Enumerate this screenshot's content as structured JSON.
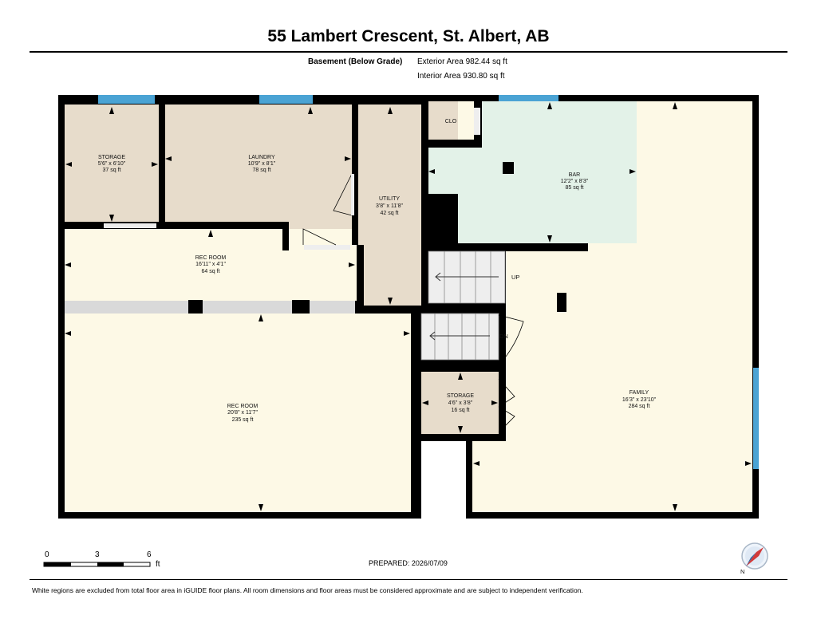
{
  "header": {
    "title": "55 Lambert Crescent, St. Albert, AB",
    "level": "Basement (Below Grade)",
    "exterior_area": "Exterior Area 982.44 sq ft",
    "interior_area": "Interior Area 930.80 sq ft"
  },
  "rooms": {
    "storage_nw": {
      "name": "STORAGE",
      "dims": "5'6\" x 6'10\"",
      "area": "37 sq ft"
    },
    "laundry": {
      "name": "LAUNDRY",
      "dims": "10'9\" x 8'1\"",
      "area": "78 sq ft"
    },
    "utility": {
      "name": "UTILITY",
      "dims": "3'8\" x 11'8\"",
      "area": "42 sq ft"
    },
    "clo": {
      "name": "CLO"
    },
    "bar": {
      "name": "BAR",
      "dims": "12'2\" x 8'3\"",
      "area": "85 sq ft"
    },
    "rec_small": {
      "name": "REC ROOM",
      "dims": "16'11\" x 4'1\"",
      "area": "64 sq ft"
    },
    "rec_large": {
      "name": "REC ROOM",
      "dims": "20'8\" x 11'7\"",
      "area": "235 sq ft"
    },
    "storage_s": {
      "name": "STORAGE",
      "dims": "4'6\" x 3'8\"",
      "area": "16 sq ft"
    },
    "family": {
      "name": "FAMILY",
      "dims": "16'3\" x 23'10\"",
      "area": "284 sq ft"
    }
  },
  "stairs": {
    "up": "UP",
    "down": "DN"
  },
  "scale": {
    "labels": [
      "0",
      "3",
      "6"
    ],
    "unit": "ft"
  },
  "prepared": "PREPARED: 2026/07/09",
  "footer": "White regions are excluded from total floor area in iGUIDE floor plans. All room dimensions and floor areas must be considered approximate and are subject to independent verification.",
  "compass": {
    "label": "N"
  },
  "colors": {
    "wall": "#000000",
    "beige": "#e7dccb",
    "cream": "#fdf9e6",
    "bar": "#e3f2e8",
    "window": "#4aa3d4",
    "stairs": "#eeeeee"
  }
}
